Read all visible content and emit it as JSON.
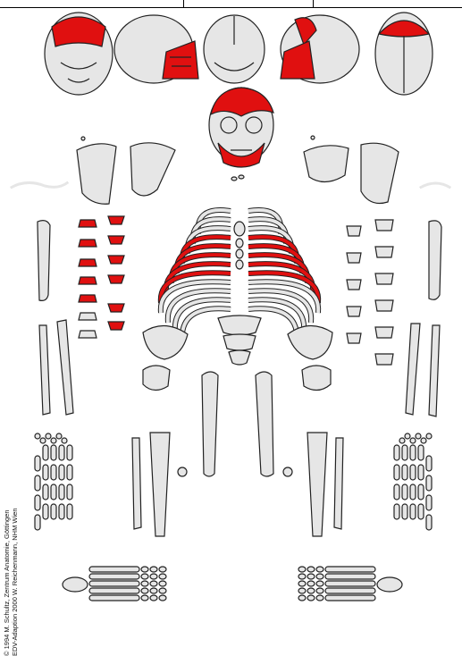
{
  "credits": {
    "line1": "© 1994 M. Schultz, Zentrum Anatomie, Göttingen",
    "line2": "EDV-Adaption 2000 W. Reichenmann, NHM Wien"
  },
  "colors": {
    "bone": "#e6e6e6",
    "highlight": "#e01010",
    "outline": "#222222"
  },
  "highlighted_regions": [
    "skull-base",
    "skull-face",
    "skull-parietal",
    "ribs",
    "cervical-thoracic-vertebrae"
  ]
}
